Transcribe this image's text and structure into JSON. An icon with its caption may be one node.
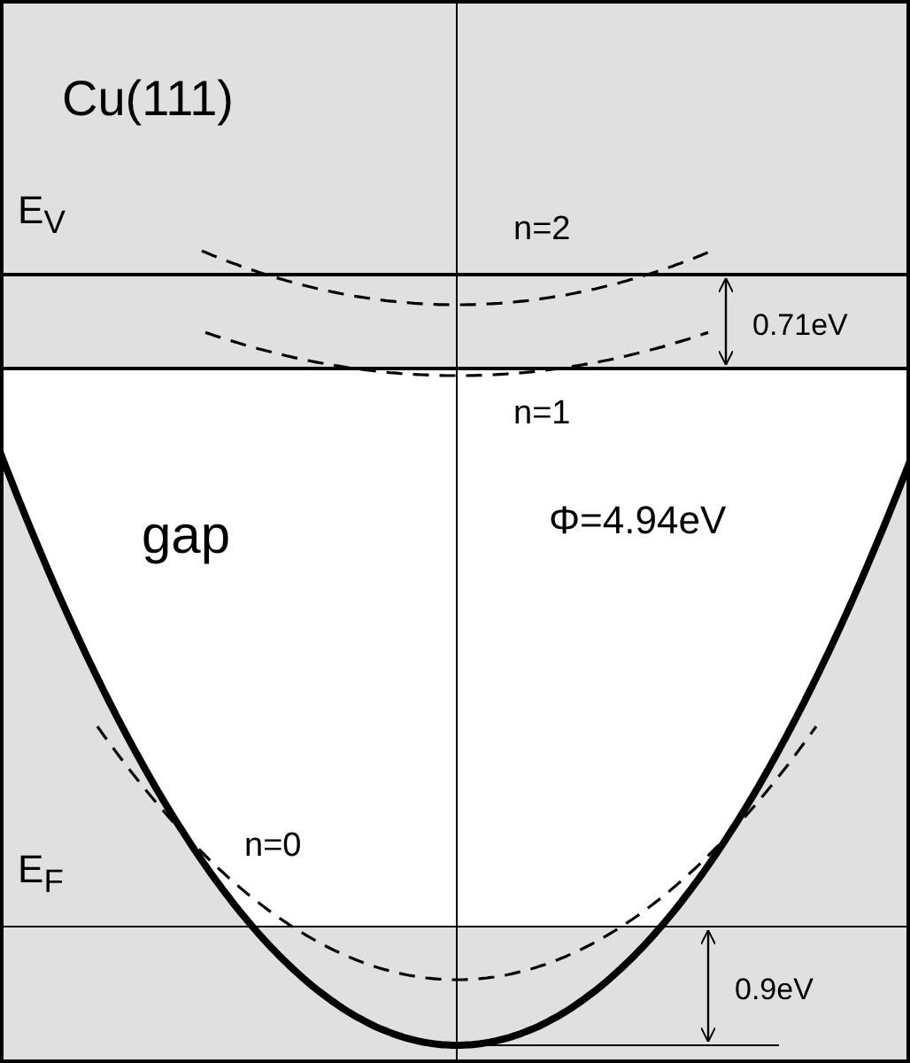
{
  "diagram": {
    "labels": [
      "Cu(111)",
      "E$_{V}$",
      "n=2",
      "0.71eV",
      "n=1",
      "gap",
      "Φ=4.94eV",
      "n=0",
      "E$_{F}$",
      "0.9eV"
    ]
  }
}
